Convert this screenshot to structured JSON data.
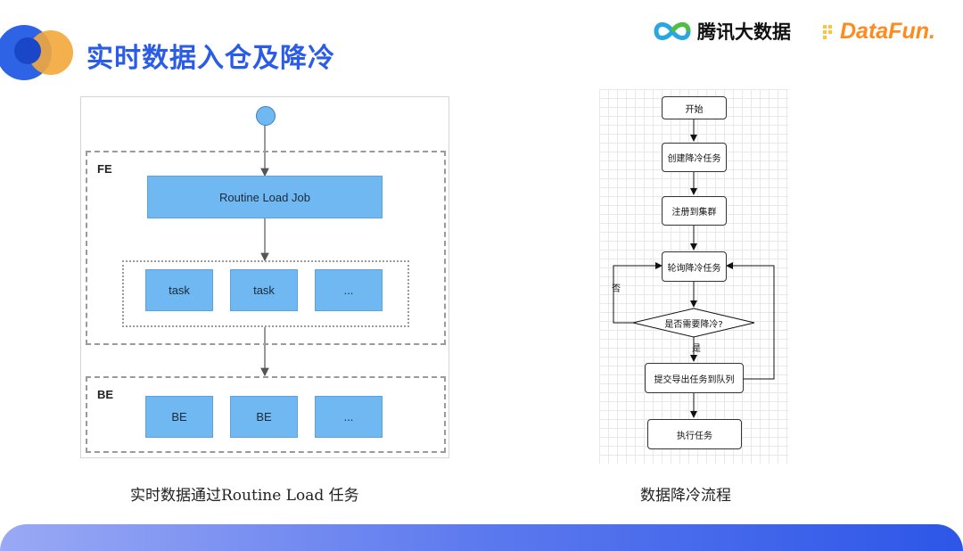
{
  "header": {
    "title": "实时数据入仓及降冷",
    "brand_tencent": "腾讯大数据",
    "brand_datafun": "DataFun."
  },
  "left_diagram": {
    "fe_label": "FE",
    "be_label": "BE",
    "routine_job": "Routine Load Job",
    "tasks": [
      "task",
      "task",
      "..."
    ],
    "be_nodes": [
      "BE",
      "BE",
      "..."
    ],
    "caption": "实时数据通过Routine Load 任务"
  },
  "flowchart": {
    "start": "开始",
    "create": "创建降冷任务",
    "register": "注册到集群",
    "poll": "轮询降冷任务",
    "decision": "是否需要降冷?",
    "no_label": "否",
    "yes_label": "是",
    "submit": "提交导出任务到队列",
    "execute": "执行任务",
    "caption": "数据降冷流程"
  },
  "colors": {
    "accent": "#2b5ce6",
    "block_blue": "#6fb8f2",
    "brand_orange": "#ff8a1d"
  }
}
